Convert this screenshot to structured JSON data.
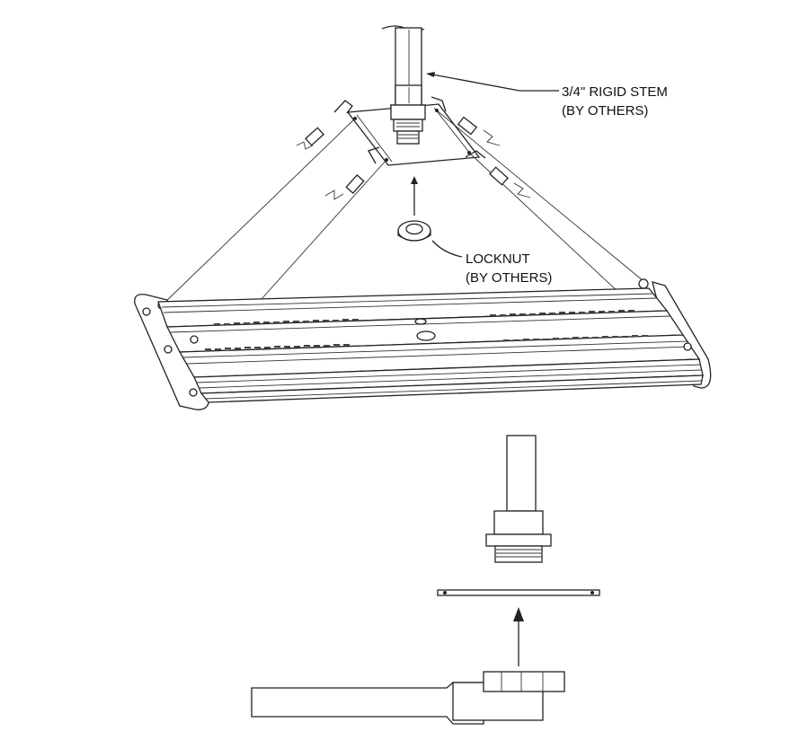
{
  "callouts": {
    "stem": {
      "line1": "3/4\" RIGID STEM",
      "line2": "(BY OTHERS)"
    },
    "locknut": {
      "line1": "LOCKNUT",
      "line2": "(BY OTHERS)"
    }
  },
  "colors": {
    "ink": "#222222",
    "background": "#ffffff"
  }
}
